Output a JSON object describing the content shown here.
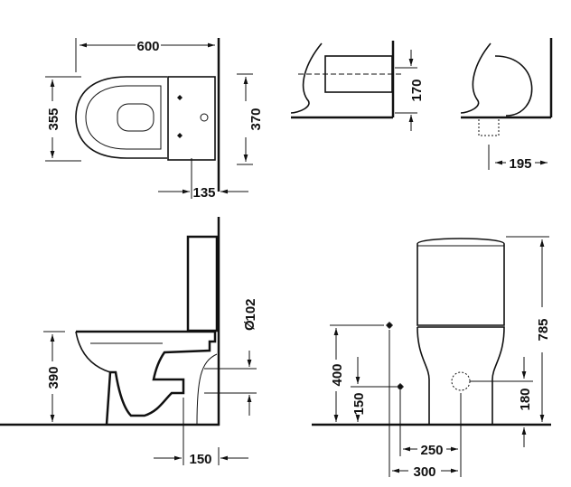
{
  "title": "Close-coupled toilet dimension drawing",
  "dimensions": {
    "top_width": "600",
    "top_depth_bowl": "355",
    "top_depth_tank": "370",
    "top_wall_offset": "135",
    "outlet_height_detail": "170",
    "outlet_offset_detail": "195",
    "outlet_diameter_symbol": "Ø",
    "outlet_diameter": "102",
    "seat_height": "390",
    "outlet_wall_distance": "150",
    "supply_height": "400",
    "supply_low_height": "150",
    "overall_height": "785",
    "outlet_center_height": "180",
    "supply_offset_250": "250",
    "supply_offset_300": "300"
  }
}
